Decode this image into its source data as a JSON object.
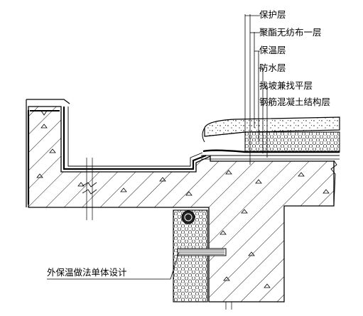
{
  "layer_labels": [
    "保护层",
    "聚酯无纺布一层",
    "保温层",
    "防水层",
    "找坡兼找平层",
    "钢筋混凝土结构层"
  ],
  "callout_label": "外保温做法单体设计",
  "colors": {
    "line": "#000000",
    "background": "#ffffff"
  }
}
